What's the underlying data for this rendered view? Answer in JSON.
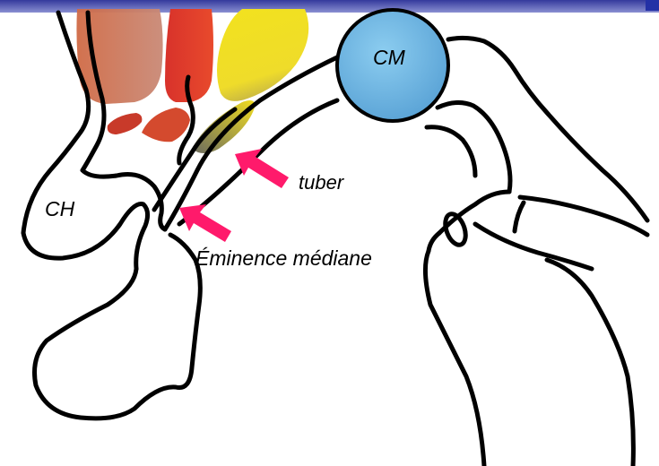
{
  "labels": {
    "cm": "CM",
    "ch": "CH",
    "tuber": "tuber",
    "eminence": "Éminence médiane"
  },
  "colors": {
    "top_band": "#3f45a8",
    "top_square": "#2431a6",
    "outline": "#000000",
    "nucleus_brown": "#c9704e",
    "nucleus_red": "#e0302a",
    "nucleus_yellow": "#f0de22",
    "mammillary_blue": "#6db6e0",
    "arrow": "#ff1a6b"
  },
  "icons": {
    "pointer": "arrow-icon"
  }
}
